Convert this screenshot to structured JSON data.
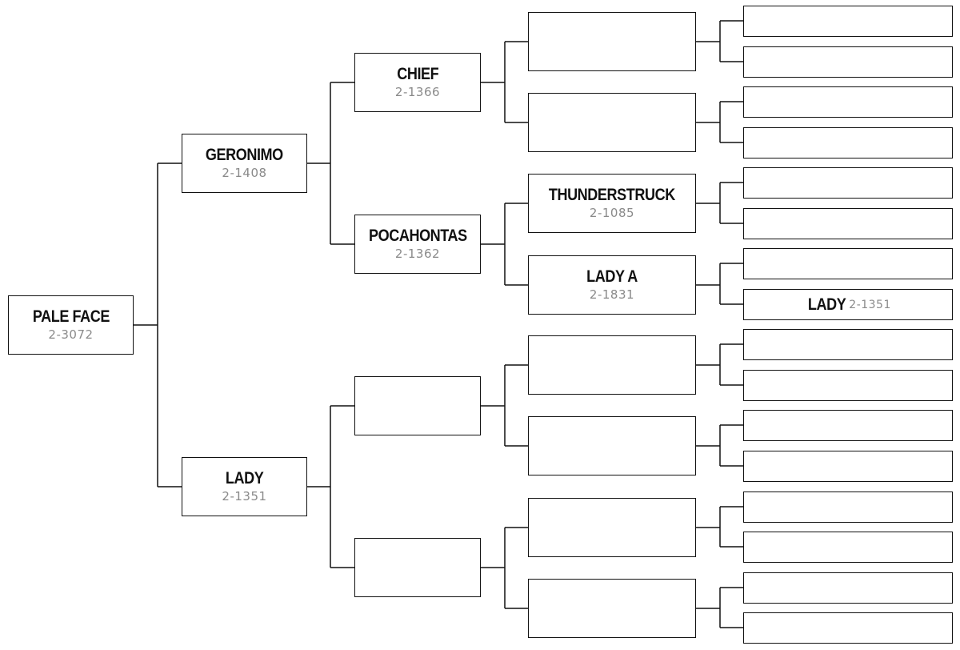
{
  "pedigree": {
    "subject": {
      "name": "PALE FACE",
      "reg": "2-3072"
    },
    "sire": {
      "name": "GERONIMO",
      "reg": "2-1408"
    },
    "dam": {
      "name": "LADY",
      "reg": "2-1351"
    },
    "sire_sire": {
      "name": "CHIEF",
      "reg": "2-1366"
    },
    "sire_dam": {
      "name": "POCAHONTAS",
      "reg": "2-1362"
    },
    "sire_dam_sire": {
      "name": "THUNDERSTRUCK",
      "reg": "2-1085"
    },
    "sire_dam_dam": {
      "name": "LADY A",
      "reg": "2-1831"
    },
    "sire_dam_dam_dam": {
      "name": "LADY",
      "reg": "2-1351"
    }
  },
  "colors": {
    "line": "#111111",
    "text": "#111111",
    "reg": "#8a8a8a"
  }
}
